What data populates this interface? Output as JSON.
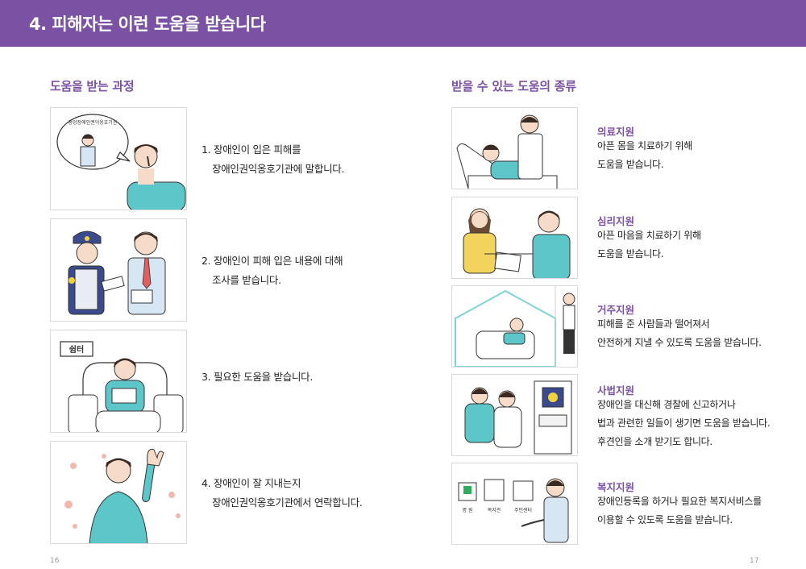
{
  "header": {
    "title": "4. 피해자는 이런 도움을 받습니다"
  },
  "left": {
    "title": "도움을 받는 과정",
    "steps": [
      {
        "line1": "1. 장애인이 입은 피해를",
        "line2": "장애인권익옹호기관에 말합니다.",
        "sign": "중앙장애인권익옹호기관"
      },
      {
        "line1": "2. 장애인이 피해 입은 내용에 대해",
        "line2": "조사를 받습니다."
      },
      {
        "line1": "3. 필요한 도움을 받습니다.",
        "sign": "쉼터"
      },
      {
        "line1": "4. 장애인이 잘 지내는지",
        "line2": "장애인권익옹호기관에서 연락합니다."
      }
    ]
  },
  "right": {
    "title": "받을 수 있는 도움의 종류",
    "supports": [
      {
        "title": "의료지원",
        "lines": [
          "아픈 몸을 치료하기 위해",
          "도움을 받습니다."
        ]
      },
      {
        "title": "심리지원",
        "lines": [
          "아픈 마음을 치료하기 위해",
          "도움을 받습니다."
        ]
      },
      {
        "title": "거주지원",
        "lines": [
          "피해를 준 사람들과 떨어져서",
          "안전하게 지낼 수 있도록 도움을 받습니다."
        ]
      },
      {
        "title": "사법지원",
        "lines": [
          "장애인을 대신해 경찰에 신고하거나",
          "법과 관련한 일들이 생기면 도움을 받습니다.",
          "후견인을 소개 받기도 합니다."
        ]
      },
      {
        "title": "복지지원",
        "lines": [
          "장애인등록을 하거나 필요한 복지서비스를",
          "이용할 수 있도록 도움을 받습니다."
        ]
      }
    ],
    "welfare_places": [
      "병 원",
      "복지관",
      "주민센터"
    ]
  },
  "footer": {
    "left_page": "16",
    "right_page": "17"
  },
  "colors": {
    "accent": "#7b52a3",
    "teal": "#5cc6c9",
    "skin": "#f6dcc8",
    "hair": "#3b2a22"
  }
}
